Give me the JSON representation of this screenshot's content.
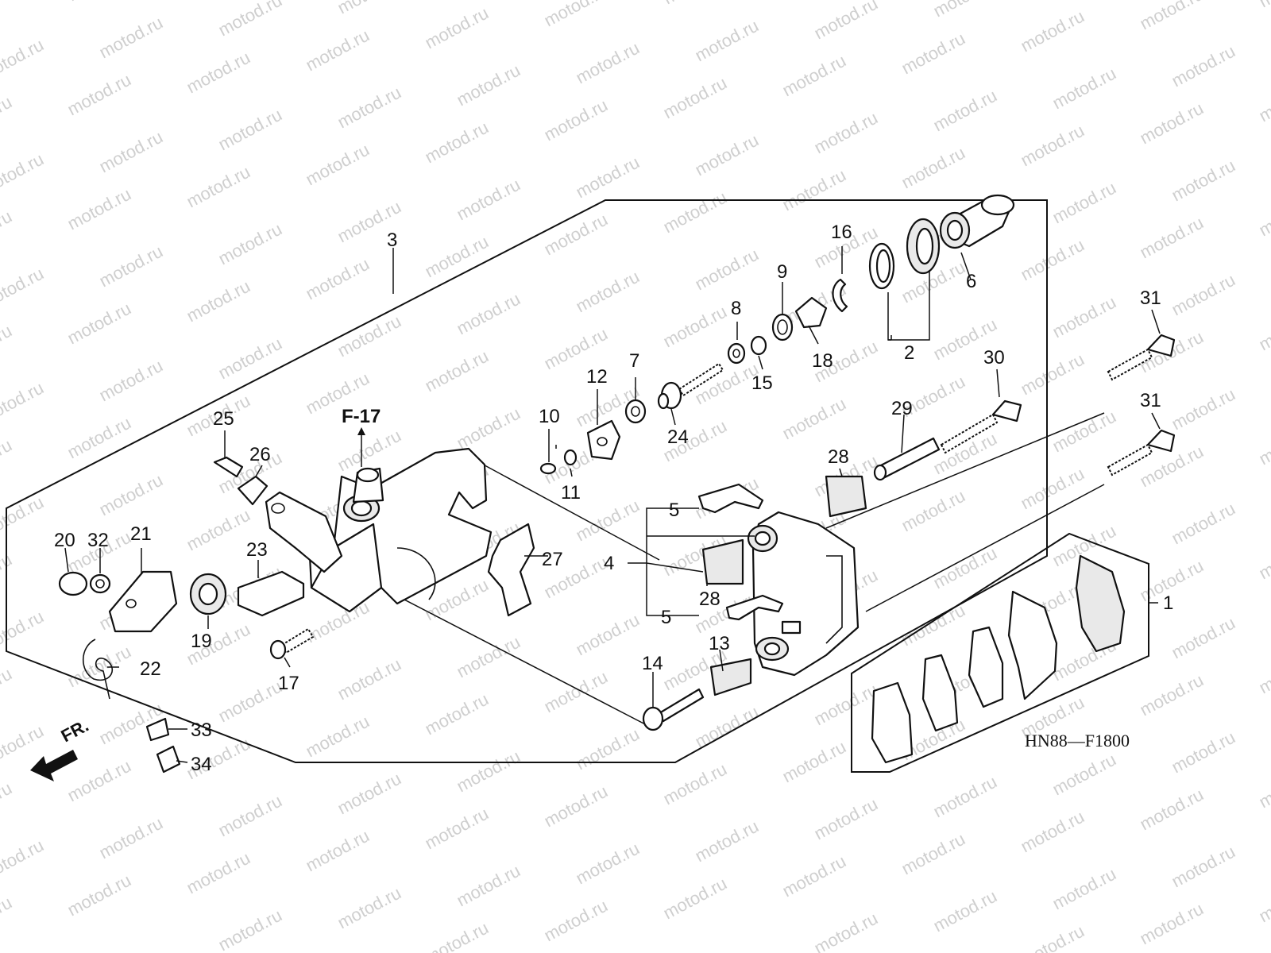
{
  "watermark": "motod.ru",
  "diagram": {
    "diagram_code": "HN88—F1800",
    "front_indicator": "FR.",
    "reference": "F-17",
    "callouts": [
      {
        "id": "c1",
        "label": "1"
      },
      {
        "id": "c2",
        "label": "2"
      },
      {
        "id": "c3",
        "label": "3"
      },
      {
        "id": "c4",
        "label": "4"
      },
      {
        "id": "c5a",
        "label": "5"
      },
      {
        "id": "c5b",
        "label": "5"
      },
      {
        "id": "c6",
        "label": "6"
      },
      {
        "id": "c7",
        "label": "7"
      },
      {
        "id": "c8",
        "label": "8"
      },
      {
        "id": "c9",
        "label": "9"
      },
      {
        "id": "c10",
        "label": "10"
      },
      {
        "id": "c11",
        "label": "11"
      },
      {
        "id": "c12",
        "label": "12"
      },
      {
        "id": "c13",
        "label": "13"
      },
      {
        "id": "c14",
        "label": "14"
      },
      {
        "id": "c15",
        "label": "15"
      },
      {
        "id": "c16",
        "label": "16"
      },
      {
        "id": "c17",
        "label": "17"
      },
      {
        "id": "c18",
        "label": "18"
      },
      {
        "id": "c19",
        "label": "19"
      },
      {
        "id": "c20",
        "label": "20"
      },
      {
        "id": "c21",
        "label": "21"
      },
      {
        "id": "c22",
        "label": "22"
      },
      {
        "id": "c23",
        "label": "23"
      },
      {
        "id": "c24",
        "label": "24"
      },
      {
        "id": "c25",
        "label": "25"
      },
      {
        "id": "c26",
        "label": "26"
      },
      {
        "id": "c27",
        "label": "27"
      },
      {
        "id": "c28a",
        "label": "28"
      },
      {
        "id": "c28b",
        "label": "28"
      },
      {
        "id": "c29",
        "label": "29"
      },
      {
        "id": "c30",
        "label": "30"
      },
      {
        "id": "c31a",
        "label": "31"
      },
      {
        "id": "c31b",
        "label": "31"
      },
      {
        "id": "c32",
        "label": "32"
      },
      {
        "id": "c33",
        "label": "33"
      },
      {
        "id": "c34",
        "label": "34"
      }
    ]
  }
}
